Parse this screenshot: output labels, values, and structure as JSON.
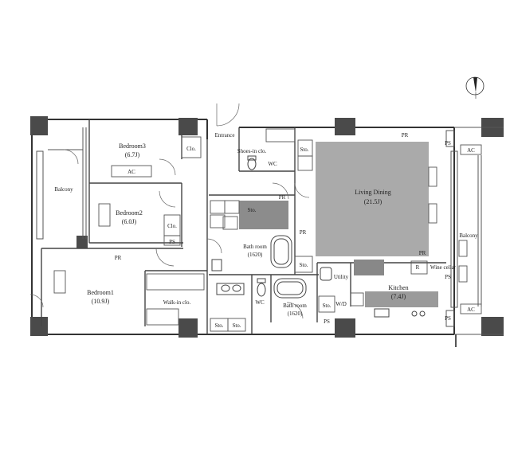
{
  "rooms": {
    "bedroom3": {
      "name": "Bedroom3",
      "size": "(6.7J)"
    },
    "bedroom2": {
      "name": "Bedroom2",
      "size": "(6.0J)"
    },
    "bedroom1": {
      "name": "Bedroom1",
      "size": "(10.9J)"
    },
    "living_dining": {
      "name": "Living Dining",
      "size": "(21.5J)"
    },
    "kitchen": {
      "name": "Kitchen",
      "size": "(7.4J)"
    },
    "bath1": {
      "name": "Bath room",
      "size": "(1620)"
    },
    "bath2": {
      "name": "Bath room",
      "size": "(1620)"
    }
  },
  "labels": {
    "entrance": "Entrance",
    "shoes_in_clo": "Shoes-in clo.",
    "balcony_left": "Balcony",
    "balcony_right": "Balcony",
    "walk_in_clo": "Walk-in clo.",
    "wc1": "WC",
    "wc2": "WC",
    "utility": "Utility",
    "wine_cellar": "Wine cellar",
    "wd": "W/D",
    "r": "R",
    "pr_top": "PR",
    "pr_bed1": "PR",
    "pr_mid": "PR",
    "pr_hall": "PR",
    "pr_kitchen": "PR",
    "ps_bed2": "PS",
    "ps_bottom": "PS",
    "ps_right_top": "PS",
    "ps_right_mid": "PS",
    "ps_right_bot": "PS",
    "ac": "AC",
    "clo": "Clo.",
    "sto": "Sto."
  }
}
